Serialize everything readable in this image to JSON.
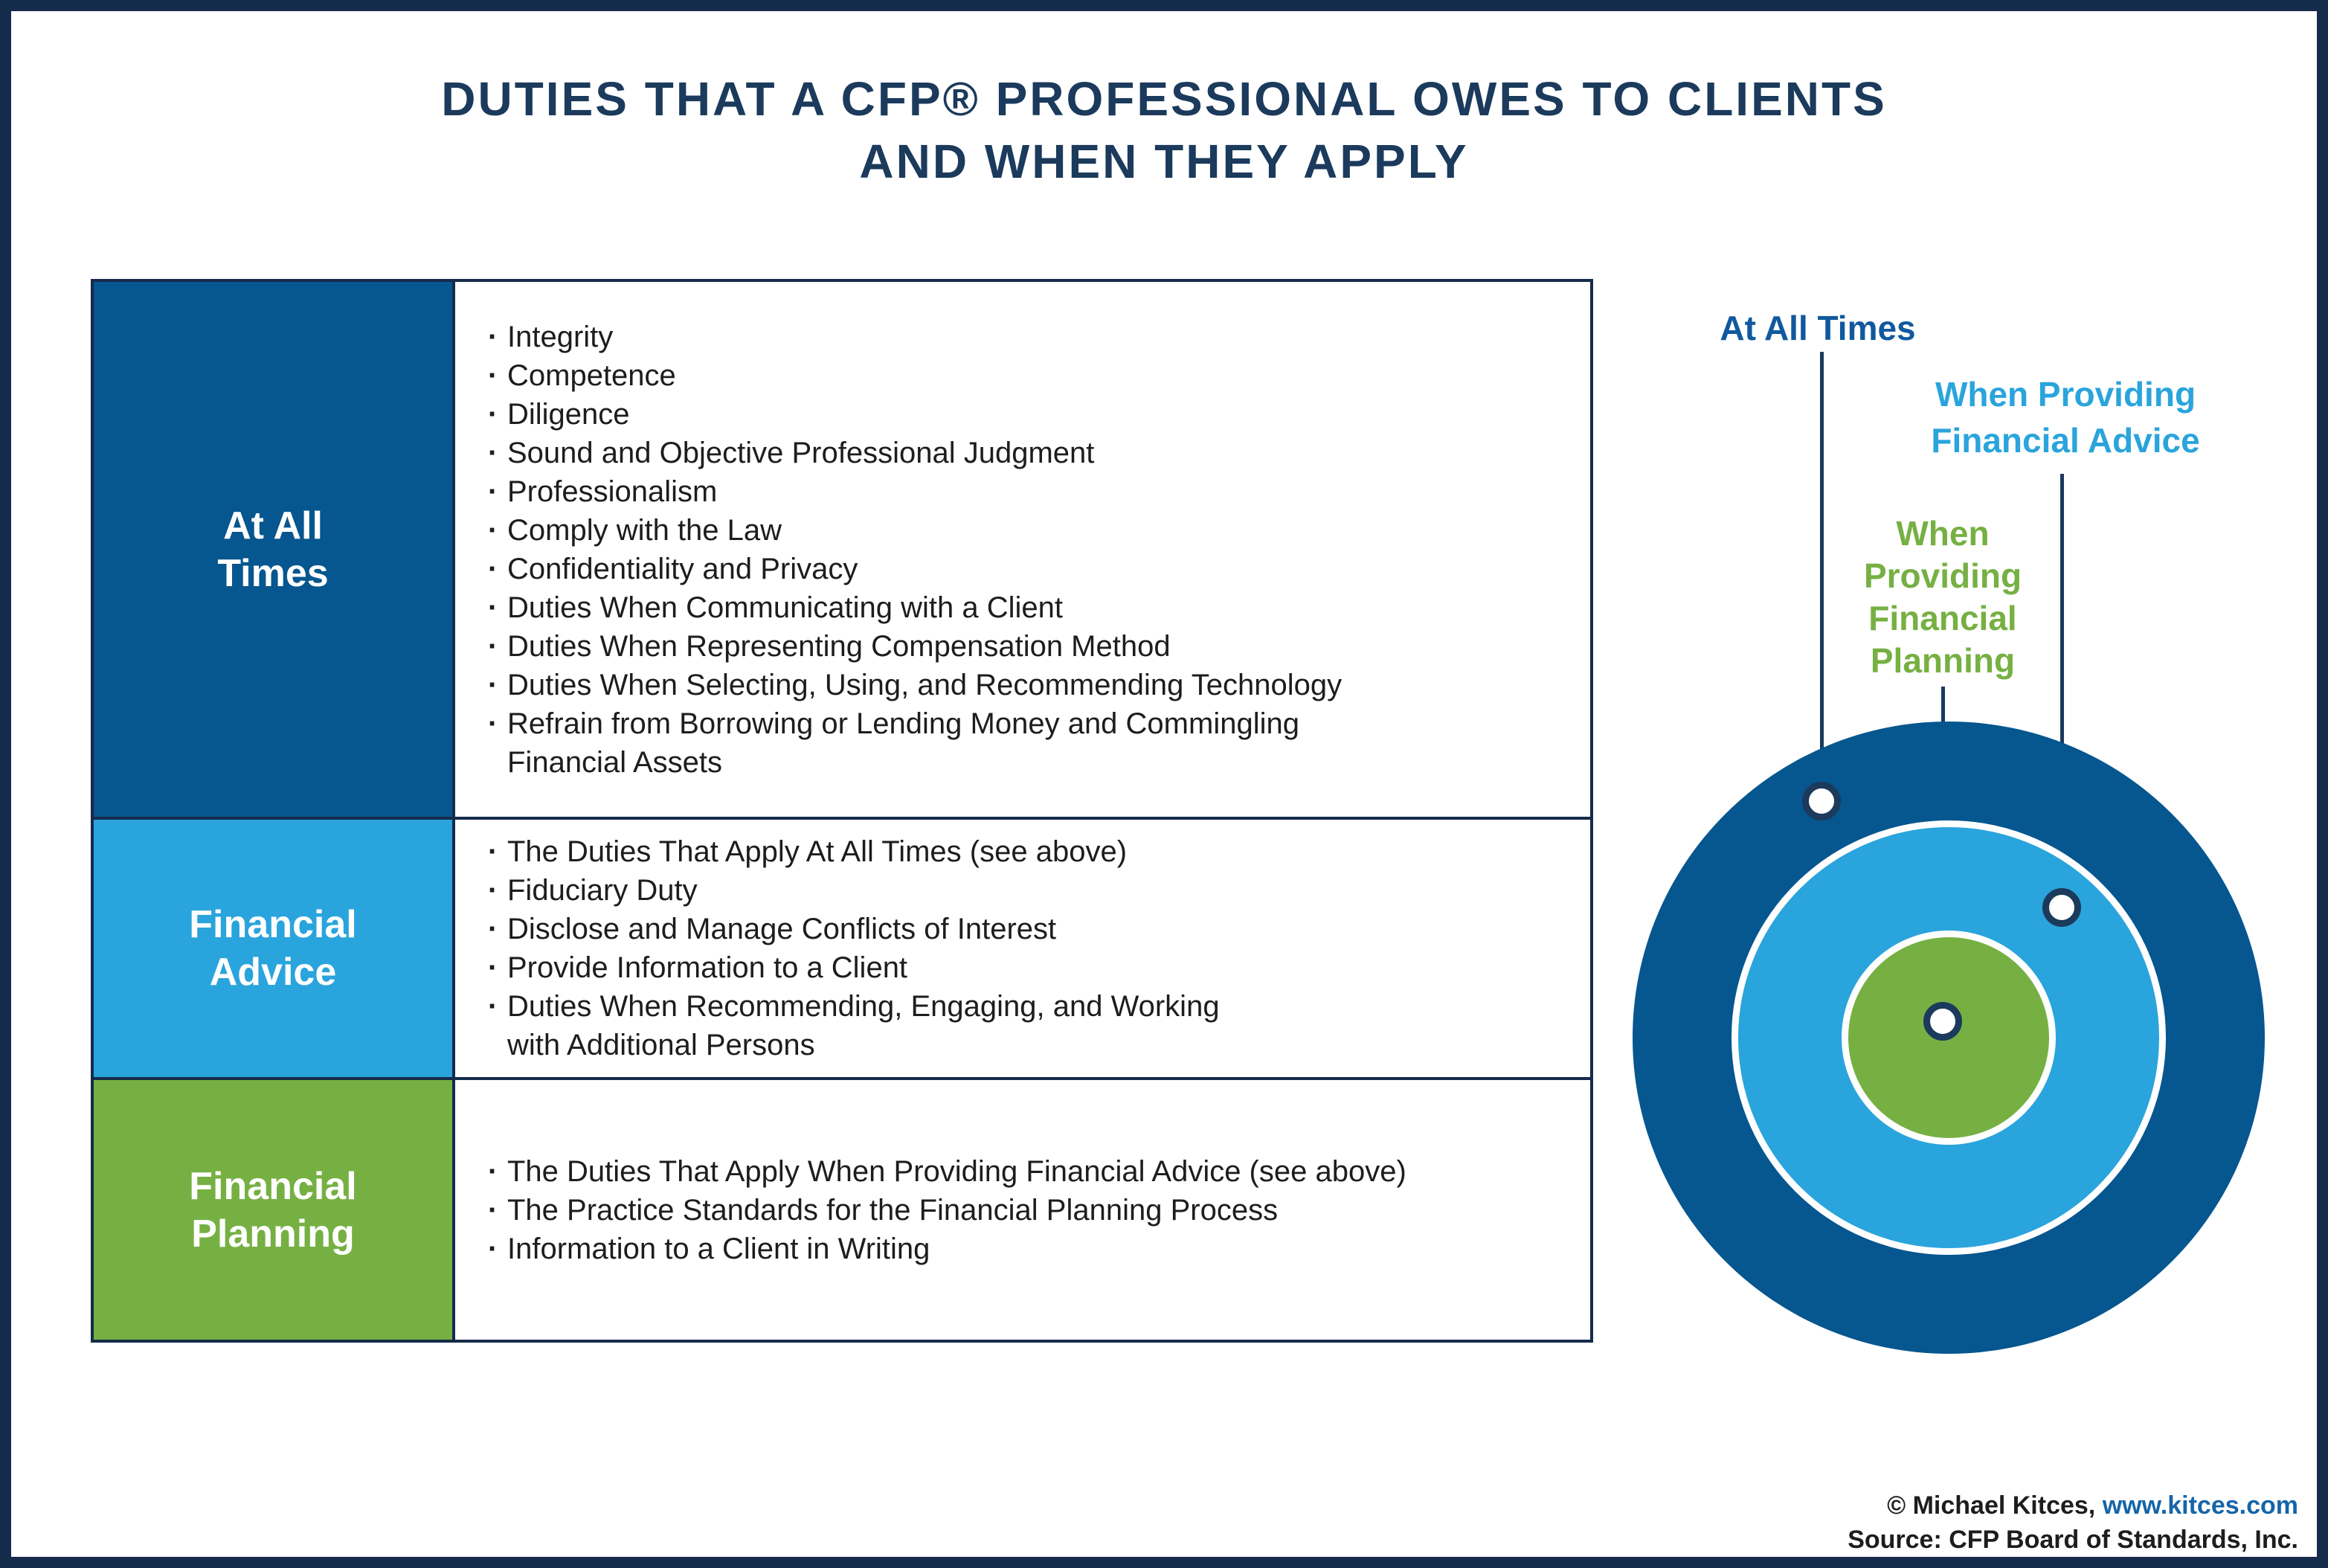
{
  "title": {
    "line1": "DUTIES THAT A CFP® PROFESSIONAL OWES TO CLIENTS",
    "line2": "AND WHEN THEY APPLY"
  },
  "table": {
    "rows": [
      {
        "label_lines": [
          "At All",
          "Times"
        ],
        "color": "#06568F",
        "items": [
          [
            "Integrity"
          ],
          [
            "Competence"
          ],
          [
            "Diligence"
          ],
          [
            "Sound and Objective Professional Judgment"
          ],
          [
            "Professionalism"
          ],
          [
            "Comply with the Law"
          ],
          [
            "Confidentiality and Privacy"
          ],
          [
            "Duties When Communicating with a Client"
          ],
          [
            "Duties When Representing Compensation Method"
          ],
          [
            "Duties When Selecting, Using, and Recommending Technology"
          ],
          [
            "Refrain from Borrowing or Lending Money and Commingling",
            "Financial Assets"
          ]
        ]
      },
      {
        "label_lines": [
          "Financial",
          "Advice"
        ],
        "color": "#2AA4DC",
        "items": [
          [
            "The Duties That Apply At All Times (see above)"
          ],
          [
            "Fiduciary Duty"
          ],
          [
            "Disclose and Manage Conflicts of Interest"
          ],
          [
            "Provide Information to a Client"
          ],
          [
            "Duties When Recommending, Engaging, and Working",
            "with Additional Persons"
          ]
        ]
      },
      {
        "label_lines": [
          "Financial",
          "Planning"
        ],
        "color": "#76B043",
        "items": [
          [
            "The Duties That Apply When Providing Financial Advice (see above)"
          ],
          [
            "The Practice Standards for the Financial Planning Process"
          ],
          [
            "Information to a Client in Writing"
          ]
        ]
      }
    ]
  },
  "diagram": {
    "labels": [
      {
        "lines": [
          "At All Times"
        ],
        "color": "#10599E"
      },
      {
        "lines": [
          "When Providing",
          "Financial Advice"
        ],
        "color": "#2AA4DC"
      },
      {
        "lines": [
          "When",
          "Providing",
          "Financial",
          "Planning"
        ],
        "color": "#76B043"
      }
    ],
    "rings": [
      {
        "name": "at-all-times",
        "color": "#06568F"
      },
      {
        "name": "when-providing-financial-advice",
        "color": "#2AA4DC"
      },
      {
        "name": "when-providing-financial-planning",
        "color": "#76B043"
      }
    ]
  },
  "footer": {
    "credit_prefix": "© Michael Kitces, ",
    "credit_link": "www.kitces.com",
    "source": "Source: CFP Board of Standards, Inc."
  },
  "colors": {
    "navy_border": "#152B4B",
    "title_navy": "#1B3A5C",
    "dark_blue": "#06568F",
    "light_blue": "#2AA4DC",
    "green": "#76B043",
    "label_blue": "#10599E",
    "link_blue": "#1565A8",
    "body_text": "#1D1D1B"
  }
}
